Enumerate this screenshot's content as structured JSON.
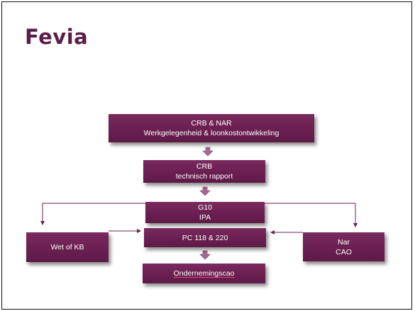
{
  "slide": {
    "title": "Fevia"
  },
  "diagram": {
    "box_crb_nar": {
      "line1": "CRB & NAR",
      "line2": "Werkgelegenheid & loonkostontwikkeling"
    },
    "box_crb": {
      "line1": "CRB",
      "line2": "technisch rapport"
    },
    "box_g10": {
      "line1": "G10",
      "line2": "IPA"
    },
    "box_pc": {
      "line1": "PC 118 & 220"
    },
    "box_ondernemingscao": {
      "line1": "Ondernemingscao"
    },
    "box_wet": {
      "line1": "Wet of KB"
    },
    "box_nar": {
      "line1": "Nar",
      "line2": "CAO"
    }
  },
  "colors": {
    "title": "#5b1d47",
    "box": "#6a1f50",
    "arrow_fill": "#a56b8d",
    "connector": "#6a1f50"
  }
}
